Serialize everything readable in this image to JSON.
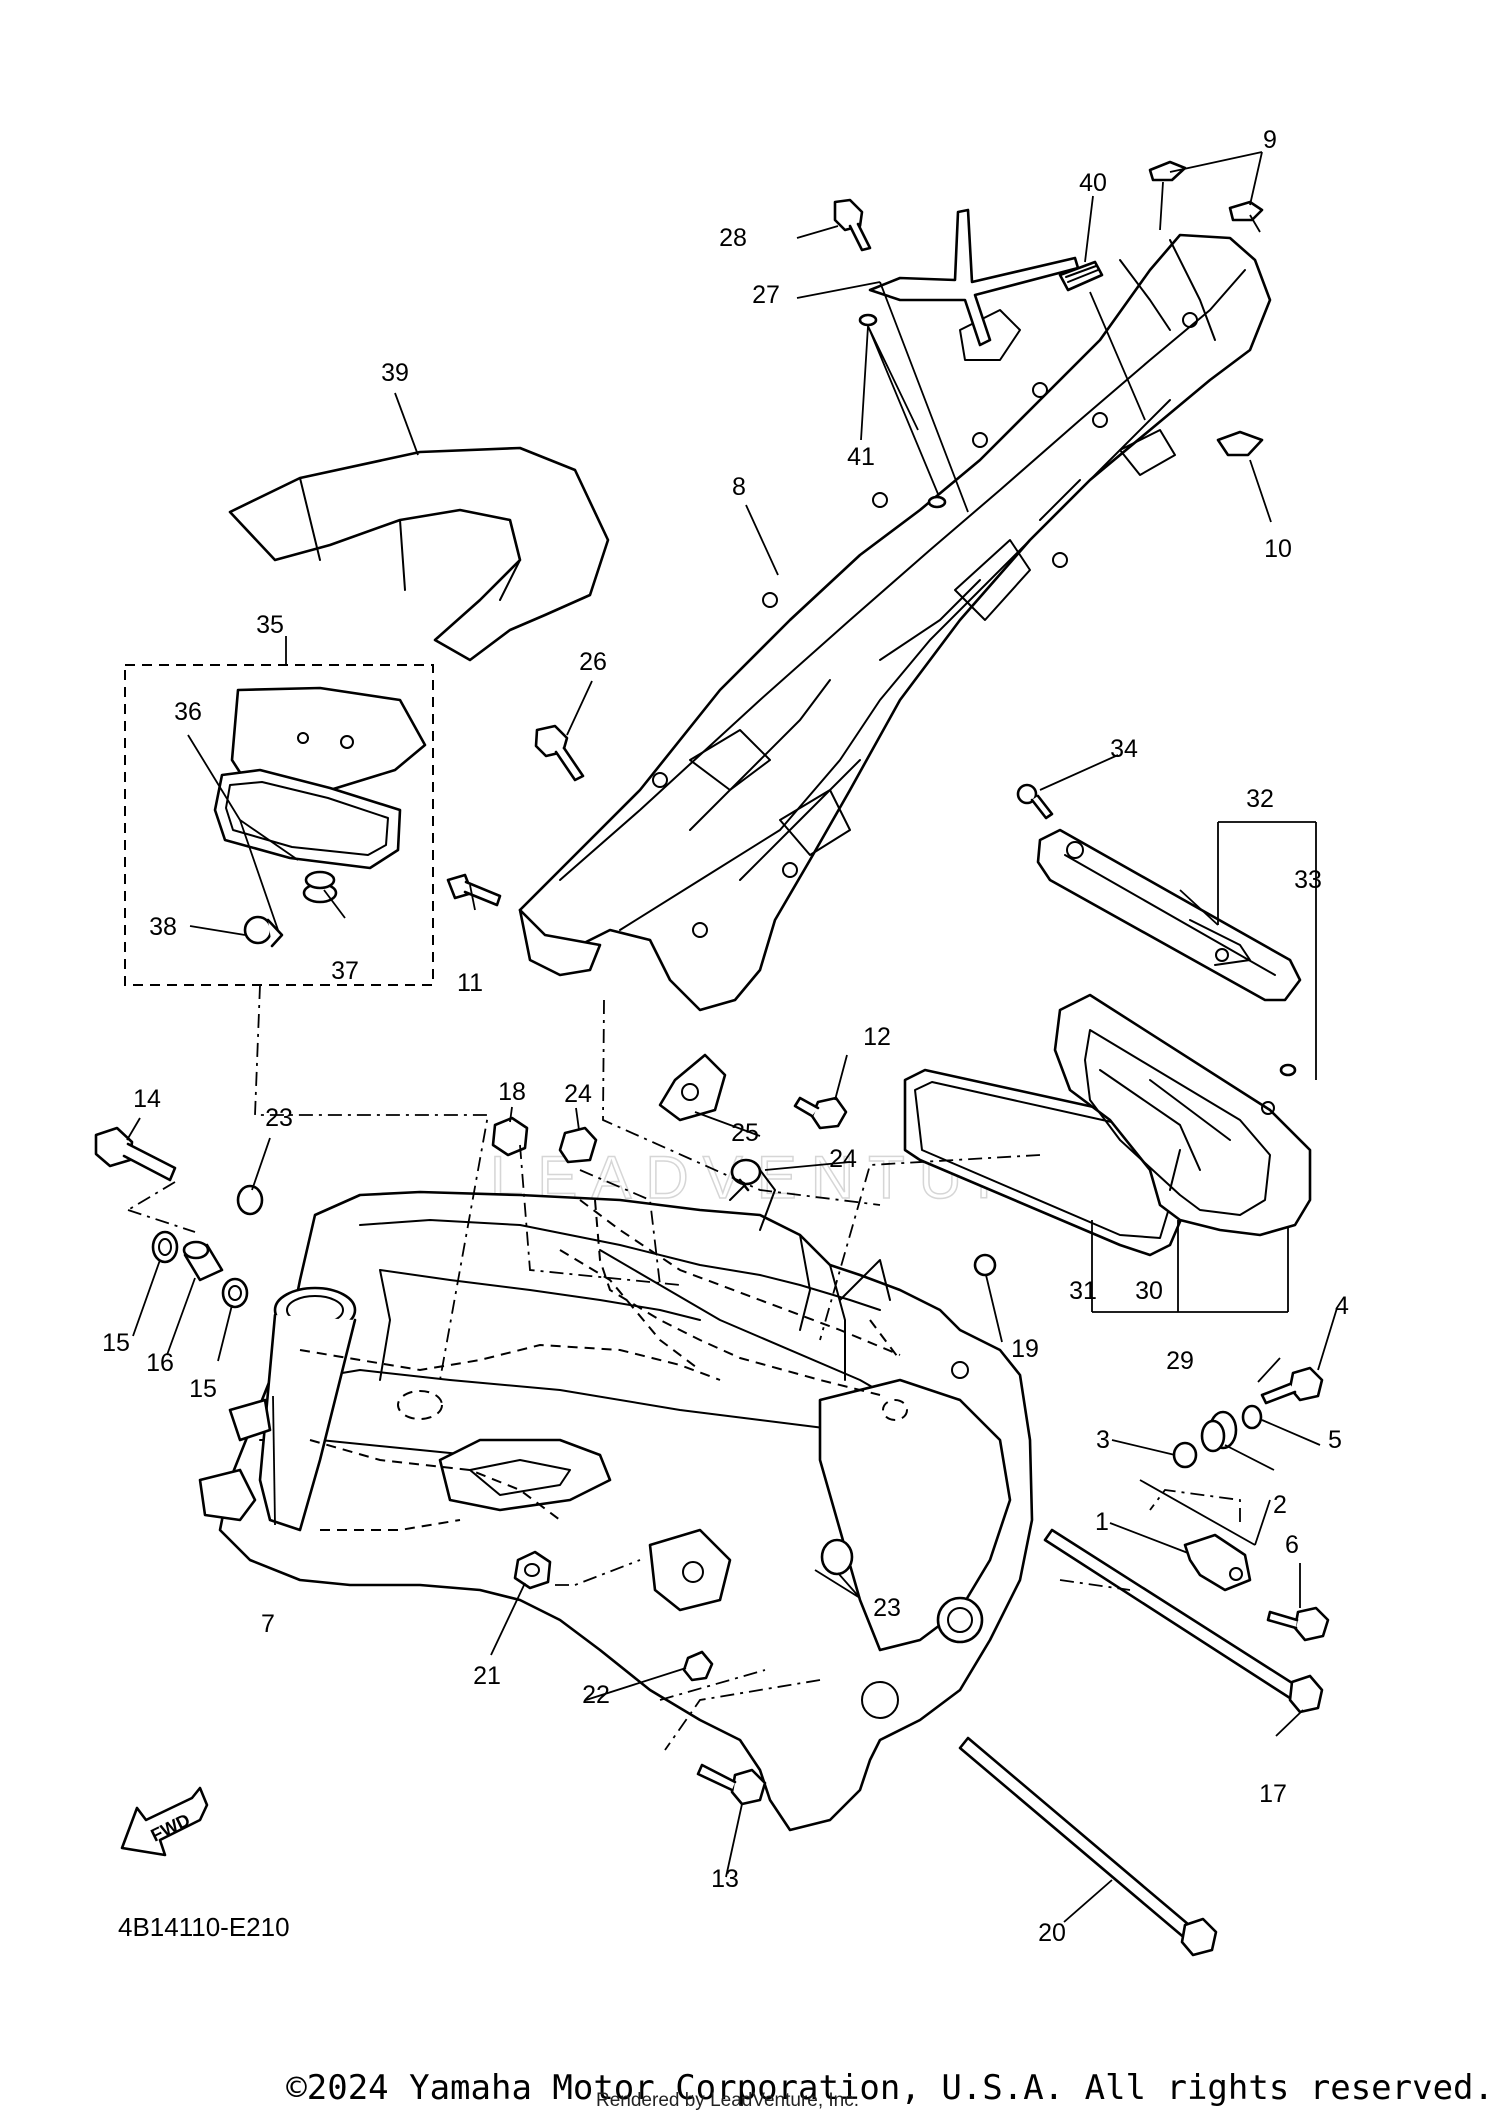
{
  "diagram": {
    "code": "4B14110-E210",
    "fwd_label": "FWD",
    "watermark": "LEADVENTURE",
    "callouts": [
      "1",
      "2",
      "3",
      "4",
      "5",
      "6",
      "7",
      "8",
      "9",
      "10",
      "11",
      "12",
      "13",
      "14",
      "15",
      "15",
      "16",
      "17",
      "18",
      "19",
      "20",
      "21",
      "22",
      "23",
      "23",
      "24",
      "24",
      "25",
      "26",
      "27",
      "28",
      "29",
      "30",
      "31",
      "32",
      "33",
      "34",
      "35",
      "36",
      "37",
      "38",
      "39",
      "40",
      "41"
    ]
  },
  "footer": {
    "copyright": "©2024 Yamaha Motor Corporation, U.S.A. All rights reserved.",
    "rendered_by": "Rendered by LeadVenture, Inc."
  }
}
